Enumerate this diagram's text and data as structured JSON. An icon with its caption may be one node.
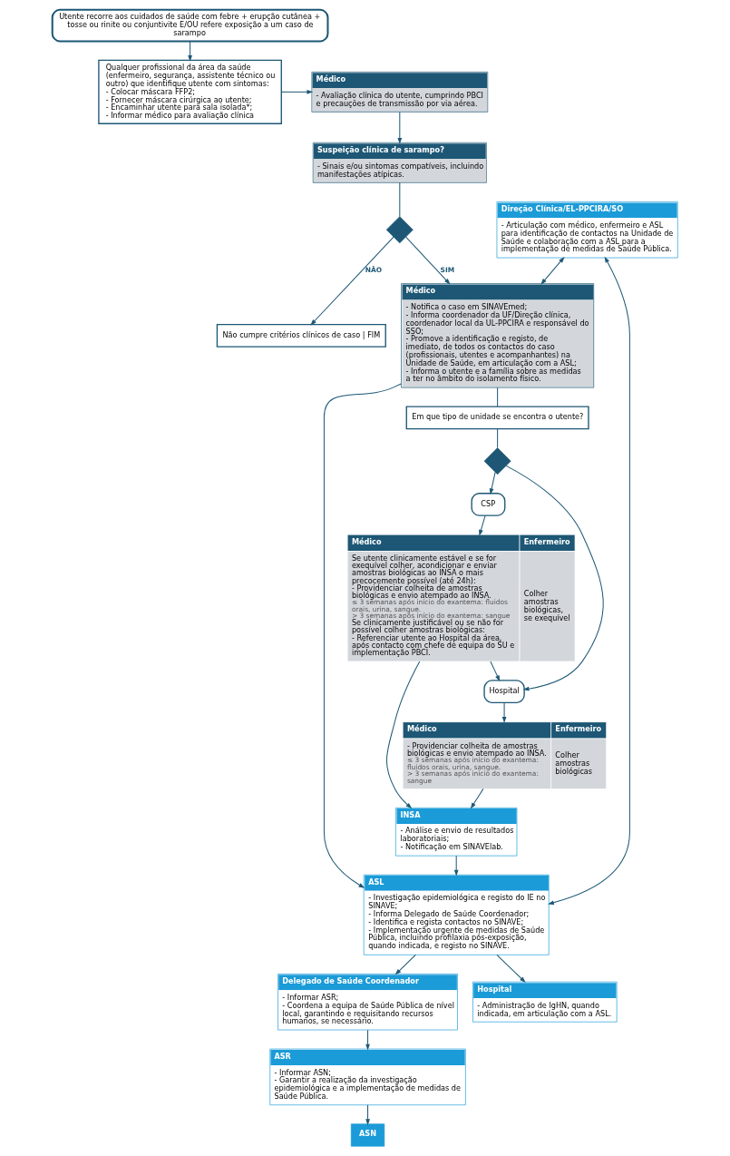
{
  "diagram": {
    "nodes": [
      {
        "text": [
          "Utente recorre aos cuidados de saúde com febre + erupção cutânea + tosse ou rinite ou conjuntivite E/OU refere exposição a um caso de sarampo"
        ]
      },
      {
        "text": [
          "Qualquer profissional da área da saúde (enfermeiro, segurança, assistente técnico ou outro) que identifique utente com sintomas:",
          "- Colocar máscara FFP2;",
          "- Fornecer máscara cirúrgica ao utente;",
          "- Encaminhar utente para sala isolada*;",
          "- Informar médico para avaliação clínica"
        ]
      },
      {
        "text": [
          "Médico",
          "- Avaliação clínica do utente, cumprindo PBCI e precauções de transmissão por via aérea."
        ]
      },
      {
        "text": [
          "Suspeição clínica de sarampo?",
          "- Sinais e/ou sintomas compatíveis, incluindo manifestações atípicas."
        ]
      },
      {
        "text": [],
        "shape": "diamond"
      },
      {
        "text": [
          "Não cumpre critérios clínicos de caso | FIM"
        ]
      },
      {
        "text": [
          "Médico",
          "- Notifica o caso em SINAVEmed;",
          "- Informa coordenador da UF/Direção clínica, coordenador local da UL-PPCIRA e responsável do SSO;",
          "- Promove a identificação e registo, de imediato, de todos os contactos do caso (profissionais, utentes e acompanhantes) na Unidade de Saúde, em articulação com a ASL;",
          "- Informa o utente e a família sobre as medidas a ter no âmbito do isolamento físico."
        ]
      },
      {
        "text": [
          "Em que tipo de unidade se encontra o utente?"
        ]
      },
      {
        "text": [],
        "shape": "diamond"
      },
      {
        "text": [
          "CSP"
        ]
      },
      {
        "text": [
          "Hospital"
        ]
      },
      {
        "text": [
          "Médico",
          "Enfermeiro",
          "Se utente clinicamente estável e se for exequível colher, acondicionar e enviar amostras biológicas ao INSA o mais precocemente possível (até 24h):",
          "- Providenciar colheita de amostras biológicas e envio atempado ao INSA.",
          "≤ 3 semanas após início do exantema: fluidos orais, urina, sangue.",
          "> 3 semanas após início do exantema: sangue",
          "Se clinicamente justificável ou se não for possível colher amostras biológicas:",
          "- Referenciar utente ao Hospital da área, após contacto com chefe de equipa do SU e implementação PBCI.",
          "Colher amostras biológicas, se exequível"
        ]
      },
      {
        "text": [
          "Médico",
          "Enfermeiro",
          "- Providenciar colheita de amostras biológicas e envio atempado ao INSA.",
          "≤ 3 semanas após início do exantema: fluidos orais, urina, sangue.",
          "> 3 semanas após início do exantema: sangue",
          "Colher amostras biológicas"
        ]
      },
      {
        "text": [
          "INSA",
          "- Análise e envio de resultados laboratoriais;",
          "- Notificação em SINAVElab."
        ]
      },
      {
        "text": [
          "ASL",
          "- Investigação epidemiológica e registo do IE no SINAVE;",
          "- Informa Delegado de Saúde Coordenador;",
          "- Identifica e regista contactos no SINAVE;",
          "- Implementação urgente de medidas de Saúde Pública, incluindo profilaxia pós-exposição, quando indicada, e registo no SINAVE."
        ]
      },
      {
        "text": [
          "Direção Clínica/EL-PPCIRA/SO",
          "- Articulação com médico, enfermeiro e ASL para identificação de contactos na Unidade de Saúde e colaboração com a ASL para a implementação de medidas de Saúde Pública."
        ]
      },
      {
        "text": [
          "Delegado de Saúde Coordenador",
          "- Informar ASR;",
          "- Coordena a equipa de Saúde Pública de nível local, garantindo e requisitando recursos humanos, se necessário."
        ]
      },
      {
        "text": [
          "Hospital",
          "- Administração de IgHN, quando indicada, em articulação com a ASL."
        ]
      },
      {
        "text": [
          "ASR",
          "- Informar ASN;",
          "- Garantir a realização da investigação epidemiológica e a implementação de medidas de Saúde Pública."
        ]
      },
      {
        "text": [
          "ASN"
        ]
      }
    ],
    "edges": [
      {
        "from": 0,
        "to": 1,
        "arrow": "to"
      },
      {
        "from": 1,
        "to": 2,
        "arrow": "to"
      },
      {
        "from": 2,
        "to": 3,
        "arrow": "to"
      },
      {
        "from": 3,
        "to": 4,
        "arrow": "none"
      },
      {
        "from": 4,
        "to": 6,
        "arrow": "to",
        "label": "SIM"
      },
      {
        "from": 4,
        "to": 5,
        "arrow": "to",
        "label": "NÃO"
      },
      {
        "from": 6,
        "to": 7,
        "arrow": "none"
      },
      {
        "from": 7,
        "to": 8,
        "arrow": "none"
      },
      {
        "from": 8,
        "to": 9,
        "arrow": "to"
      },
      {
        "from": 8,
        "to": 10,
        "arrow": "to"
      },
      {
        "from": 9,
        "to": 11,
        "arrow": "to"
      },
      {
        "from": 10,
        "to": 12,
        "arrow": "to"
      },
      {
        "from": 11,
        "to": 10,
        "arrow": "to"
      },
      {
        "from": 11,
        "to": 13,
        "arrow": "to"
      },
      {
        "from": 12,
        "to": 13,
        "arrow": "to"
      },
      {
        "from": 13,
        "to": 14,
        "arrow": "to"
      },
      {
        "from": 6,
        "to": 14,
        "arrow": "to"
      },
      {
        "from": 15,
        "to": 6,
        "arrow": "both"
      },
      {
        "from": 15,
        "to": 14,
        "arrow": "both"
      },
      {
        "from": 14,
        "to": 16,
        "arrow": "to"
      },
      {
        "from": 14,
        "to": 17,
        "arrow": "to"
      },
      {
        "from": 16,
        "to": 18,
        "arrow": "to"
      },
      {
        "from": 18,
        "to": 19,
        "arrow": "to"
      }
    ]
  }
}
